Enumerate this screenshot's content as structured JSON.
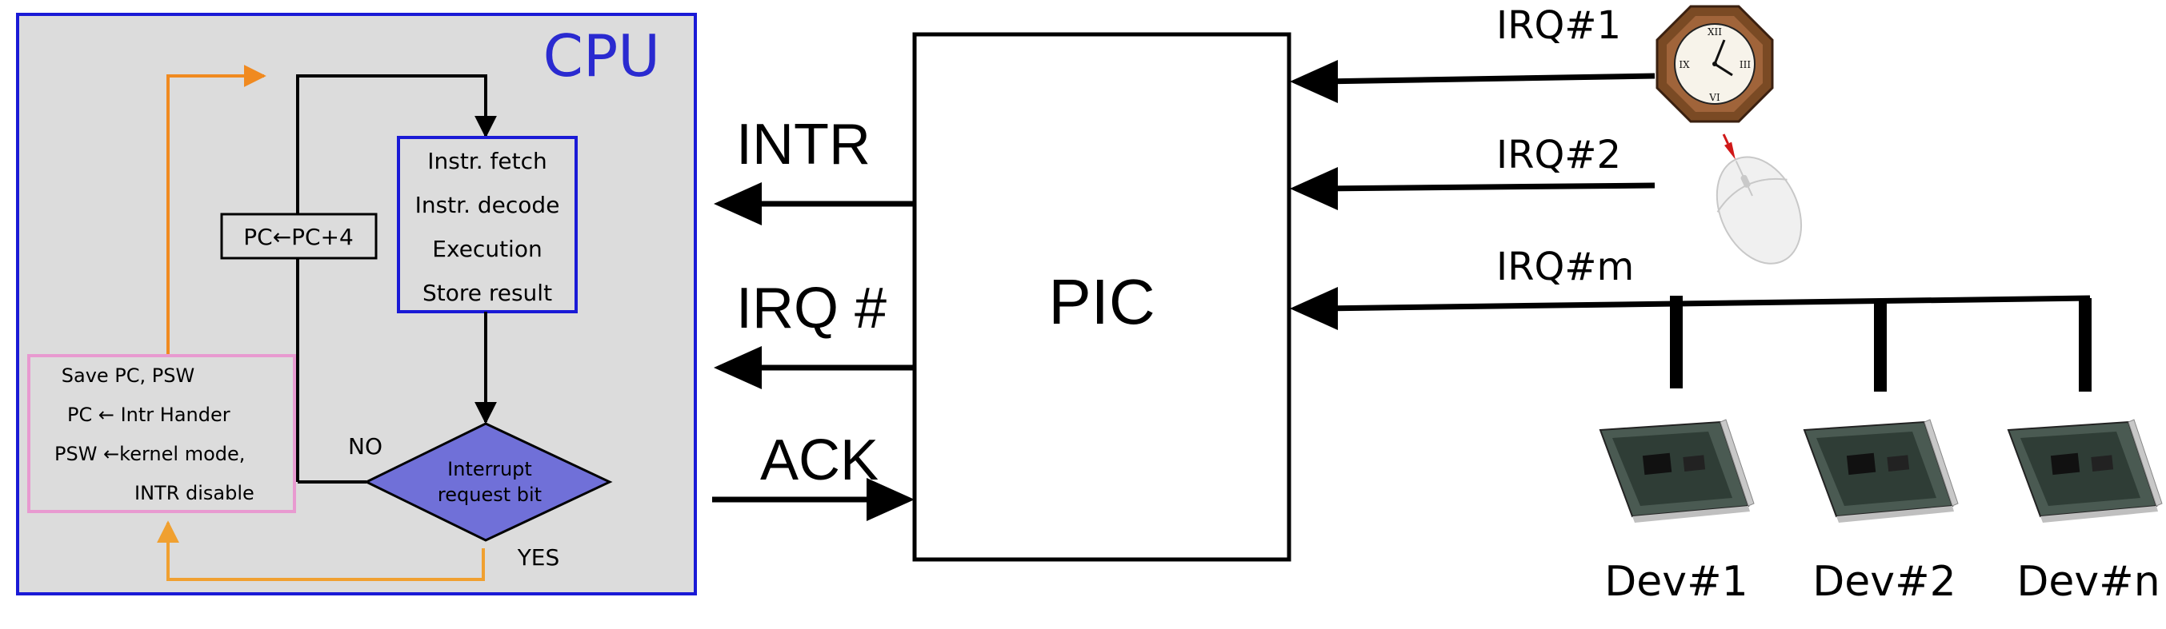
{
  "cpu_panel": {
    "title": "CPU",
    "pipeline_box": {
      "lines": [
        "Instr. fetch",
        "Instr. decode",
        "Execution",
        "Store result"
      ]
    },
    "pc_increment_label": "PC←PC+4",
    "decision": {
      "lines": [
        "Interrupt",
        "request bit"
      ],
      "no_label": "NO",
      "yes_label": "YES"
    },
    "handler_box": {
      "lines": [
        "Save PC, PSW",
        "PC ← Intr Hander",
        "PSW ←kernel mode,",
        "INTR disable"
      ]
    },
    "colors": {
      "panel_bg": "#dcdcdc",
      "panel_border": "#1a1ad6",
      "pipeline_border": "#1a1ad6",
      "decision_fill": "#7070d8",
      "handler_border": "#e89ad0",
      "orange_arrow": "#f0a030"
    }
  },
  "pic": {
    "label": "PIC",
    "outputs": [
      {
        "label": "INTR"
      },
      {
        "label": "IRQ #"
      },
      {
        "label": "ACK"
      }
    ]
  },
  "irq_lines": [
    {
      "label": "IRQ#1",
      "device_icon": "clock-icon"
    },
    {
      "label": "IRQ#2",
      "device_icon": "mouse-icon"
    },
    {
      "label": "IRQ#m",
      "device_icon": "device-bus"
    }
  ],
  "devices": [
    {
      "label": "Dev#1",
      "icon": "expansion-card-icon"
    },
    {
      "label": "Dev#2",
      "icon": "expansion-card-icon"
    },
    {
      "label": "Dev#n",
      "icon": "expansion-card-icon"
    }
  ]
}
